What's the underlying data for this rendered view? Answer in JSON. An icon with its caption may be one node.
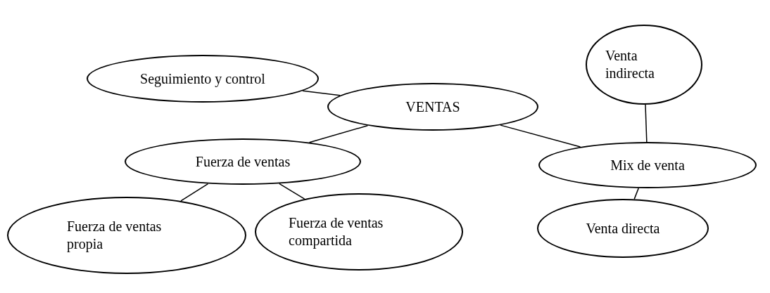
{
  "diagram": {
    "nodes": [
      {
        "text": [
          "Seguimiento y control"
        ]
      },
      {
        "text": [
          "VENTAS"
        ]
      },
      {
        "text": [
          "Venta indirecta"
        ]
      },
      {
        "text": [
          "Mix de venta"
        ]
      },
      {
        "text": [
          "Fuerza de ventas"
        ]
      },
      {
        "text": [
          "Fuerza de ventas propia"
        ]
      },
      {
        "text": [
          "Fuerza de ventas compartida"
        ]
      },
      {
        "text": [
          "Venta directa"
        ]
      }
    ],
    "edges": [
      {
        "from": 0,
        "to": 1,
        "arrow": "none"
      },
      {
        "from": 1,
        "to": 4,
        "arrow": "none"
      },
      {
        "from": 1,
        "to": 3,
        "arrow": "none"
      },
      {
        "from": 2,
        "to": 3,
        "arrow": "none"
      },
      {
        "from": 3,
        "to": 7,
        "arrow": "none"
      },
      {
        "from": 4,
        "to": 5,
        "arrow": "none"
      },
      {
        "from": 4,
        "to": 6,
        "arrow": "none"
      }
    ]
  }
}
